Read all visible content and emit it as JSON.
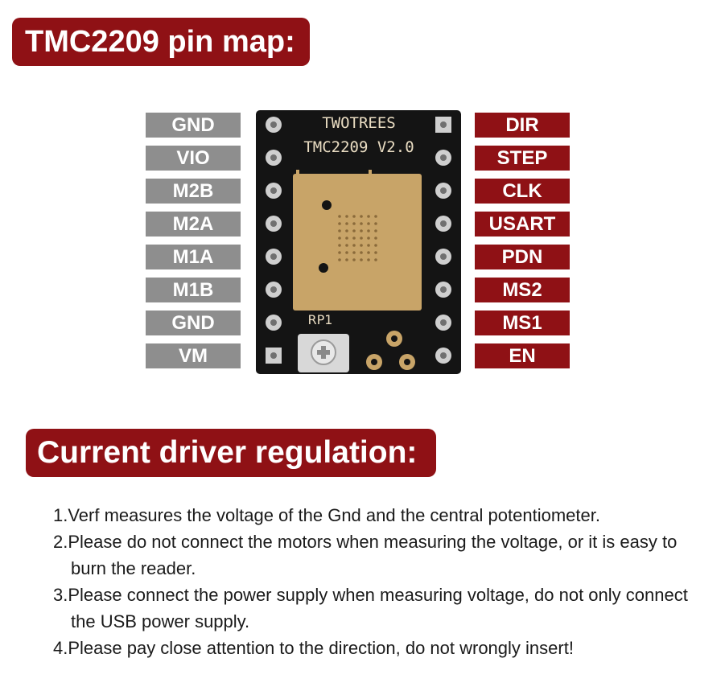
{
  "header": {
    "title": "TMC2209 pin map:"
  },
  "board": {
    "brand": "TWOTREES",
    "model": "TMC2209 V2.0",
    "pot_label": "RP1",
    "colors": {
      "pcb": "#141414",
      "chip": "#c8a468",
      "silk": "#e9dcc2",
      "pad": "#cfcfcf"
    }
  },
  "left_pins": [
    "GND",
    "VIO",
    "M2B",
    "M2A",
    "M1A",
    "M1B",
    "GND",
    "VM"
  ],
  "right_pins": [
    "DIR",
    "STEP",
    "CLK",
    "USART",
    "PDN",
    "MS2",
    "MS1",
    "EN"
  ],
  "section": {
    "title": "Current driver regulation:",
    "items": [
      "1.Verf measures the voltage of the Gnd and the central potentiometer.",
      "2.Please do not connect the motors when measuring the voltage, or it is easy to burn the reader.",
      "3.Please connect the power supply when measuring voltage, do not only connect the USB power supply.",
      "4.Please pay close attention to the direction, do not wrongly insert!"
    ]
  },
  "colors": {
    "accent": "#8f1115",
    "left_label_bg": "#8e8e8e",
    "text": "#1a1a1a"
  }
}
